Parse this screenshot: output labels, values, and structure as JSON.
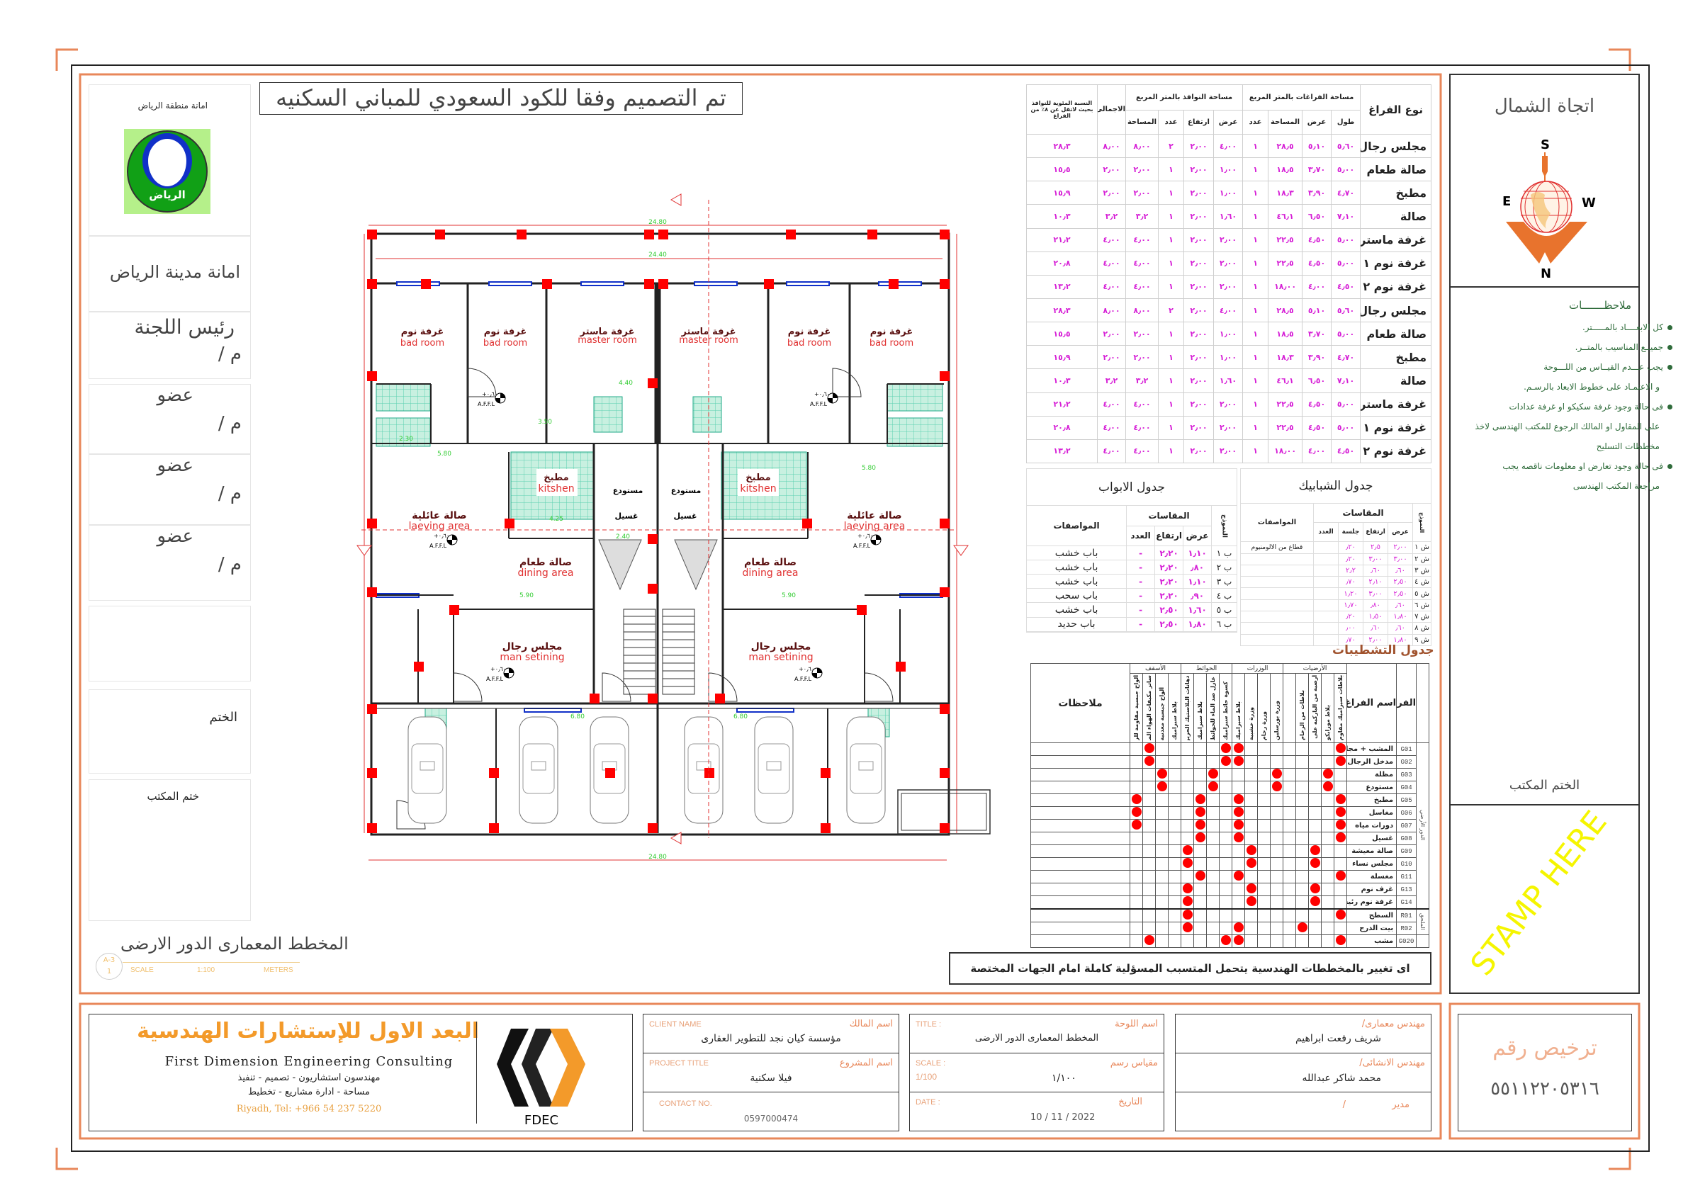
{
  "header_banner": "تم التصميم وفقا للكود السعودي للمباني السكنيه",
  "left_panel": {
    "authority_small": "امانة منطقة الرياض",
    "logo_text": "الرياض",
    "authority": "امانة مدينة الرياض",
    "committee_head": "رئيس اللجنة",
    "sign_mark": "م /",
    "members": [
      "عضو",
      "عضو",
      "عضو"
    ],
    "seal": "الختم",
    "office_seal": "ختم المكتب"
  },
  "plan": {
    "title": "المخطط المعمارى الدور الارضى",
    "sheet_ref": "A-3",
    "sheet_no": "1",
    "scale_label": "SCALE",
    "scale_value": "1:100",
    "units": "METERS",
    "rooms": [
      {
        "ar": "غرفة نوم",
        "en": "bad room"
      },
      {
        "ar": "غرفة نوم",
        "en": "bad room"
      },
      {
        "ar": "غرفة ماستر",
        "en": "master room"
      },
      {
        "ar": "غرفة ماستر",
        "en": "master room"
      },
      {
        "ar": "غرفة نوم",
        "en": "bad room"
      },
      {
        "ar": "غرفة نوم",
        "en": "bad room"
      },
      {
        "ar": "مطبخ",
        "en": "kitshen"
      },
      {
        "ar": "مطبخ",
        "en": "kitshen"
      },
      {
        "ar": "صالة عائلية",
        "en": "laeving area"
      },
      {
        "ar": "صالة عائلية",
        "en": "laeving area"
      },
      {
        "ar": "صالة طعام",
        "en": "dining area"
      },
      {
        "ar": "صالة طعام",
        "en": "dining area"
      },
      {
        "ar": "مجلس رجال",
        "en": "man setining"
      },
      {
        "ar": "مجلس رجال",
        "en": "man setining"
      }
    ],
    "small_labels": [
      "مستودع",
      "مستودع",
      "غسيل",
      "غسيل"
    ],
    "level_mark": {
      "value": "+٠٫٦٠",
      "label": "A.F.F.L"
    },
    "dimensions": {
      "overall": "24.80",
      "inner": "24.40",
      "garage": "6.80",
      "living": "5.80",
      "dining": "5.90",
      "bed": "3.50",
      "master": "4.40",
      "stair": "2.40",
      "kitchen": "4.25",
      "bath": "2.30"
    }
  },
  "room_table": {
    "group_headers": {
      "spaces": "مساحة الفراغات بالمتر المربع",
      "windows": "مساحة النوافذ بالمتر المربع"
    },
    "columns": [
      "نوع الفراغ",
      "طول",
      "عرض",
      "المساحة",
      "عدد",
      "عرض",
      "ارتفاع",
      "عدد",
      "المساحة",
      "الاجمالى",
      "النسبة المئوية للنوافذ بحيث لاتقل عن ٨٪ من الفراغ"
    ],
    "rows": [
      [
        "مجلس رجال",
        "٥٫٦٠",
        "٥٫١٠",
        "٢٨٫٥",
        "١",
        "٤٫٠٠",
        "٢٫٠٠",
        "٢",
        "٨٫٠٠",
        "٨٫٠٠",
        "٢٨٫٣"
      ],
      [
        "صالة طعام",
        "٥٫٠٠",
        "٣٫٧٠",
        "١٨٫٥",
        "١",
        "١٫٠٠",
        "٢٫٠٠",
        "١",
        "٢٫٠٠",
        "٢٫٠٠",
        "١٥٫٥"
      ],
      [
        "مطبخ",
        "٤٫٧٠",
        "٣٫٩٠",
        "١٨٫٣",
        "١",
        "١٫٠٠",
        "٢٫٠٠",
        "١",
        "٢٫٠٠",
        "٢٫٠٠",
        "١٥٫٩"
      ],
      [
        "صالة",
        "٧٫١٠",
        "٦٫٥٠",
        "٤٦٫١",
        "١",
        "١٫٦٠",
        "٢٫٠٠",
        "١",
        "٣٫٢",
        "٣٫٢",
        "١٠٫٣"
      ],
      [
        "غرفة ماستر",
        "٥٫٠٠",
        "٤٫٥٠",
        "٢٢٫٥",
        "١",
        "٢٫٠٠",
        "٢٫٠٠",
        "١",
        "٤٫٠٠",
        "٤٫٠٠",
        "٢١٫٢"
      ],
      [
        "غرفة نوم ١",
        "٥٫٠٠",
        "٤٫٥٠",
        "٢٢٫٥",
        "١",
        "٢٫٠٠",
        "٢٫٠٠",
        "١",
        "٤٫٠٠",
        "٤٫٠٠",
        "٢٠٫٨"
      ],
      [
        "غرفة نوم ٢",
        "٤٫٥٠",
        "٤٫٠٠",
        "١٨٫٠٠",
        "١",
        "٢٫٠٠",
        "٢٫٠٠",
        "١",
        "٤٫٠٠",
        "٤٫٠٠",
        "١٣٫٢"
      ],
      [
        "مجلس رجال",
        "٥٫٦٠",
        "٥٫١٠",
        "٢٨٫٥",
        "١",
        "٤٫٠٠",
        "٢٫٠٠",
        "٢",
        "٨٫٠٠",
        "٨٫٠٠",
        "٢٨٫٣"
      ],
      [
        "صالة طعام",
        "٥٫٠٠",
        "٣٫٧٠",
        "١٨٫٥",
        "١",
        "١٫٠٠",
        "٢٫٠٠",
        "١",
        "٢٫٠٠",
        "٢٫٠٠",
        "١٥٫٥"
      ],
      [
        "مطبخ",
        "٤٫٧٠",
        "٣٫٩٠",
        "١٨٫٣",
        "١",
        "١٫٠٠",
        "٢٫٠٠",
        "١",
        "٢٫٠٠",
        "٢٫٠٠",
        "١٥٫٩"
      ],
      [
        "صالة",
        "٧٫١٠",
        "٦٫٥٠",
        "٤٦٫١",
        "١",
        "١٫٦٠",
        "٢٫٠٠",
        "١",
        "٣٫٢",
        "٣٫٢",
        "١٠٫٣"
      ],
      [
        "غرفة ماستر",
        "٥٫٠٠",
        "٤٫٥٠",
        "٢٢٫٥",
        "١",
        "٢٫٠٠",
        "٢٫٠٠",
        "١",
        "٤٫٠٠",
        "٤٫٠٠",
        "٢١٫٢"
      ],
      [
        "غرفة نوم ١",
        "٥٫٠٠",
        "٤٫٥٠",
        "٢٢٫٥",
        "١",
        "٢٫٠٠",
        "٢٫٠٠",
        "١",
        "٤٫٠٠",
        "٤٫٠٠",
        "٢٠٫٨"
      ],
      [
        "غرفة نوم ٢",
        "٤٫٥٠",
        "٤٫٠٠",
        "١٨٫٠٠",
        "١",
        "٢٫٠٠",
        "٢٫٠٠",
        "١",
        "٤٫٠٠",
        "٤٫٠٠",
        "١٣٫٢"
      ]
    ]
  },
  "doors_table": {
    "title": "جدول الابواب",
    "headers": {
      "model": "النموذج",
      "dims": "المقاسات",
      "width": "عرض",
      "height": "ارتفاع",
      "count": "العدد",
      "spec": "المواصفات"
    },
    "rows": [
      [
        "ب ١",
        "١٫١٠",
        "٢٫٢٠",
        "-",
        "باب خشب"
      ],
      [
        "ب ٢",
        "٫٨٠",
        "٢٫٢٠",
        "-",
        "باب خشب"
      ],
      [
        "ب ٣",
        "١٫١٠",
        "٢٫٢٠",
        "-",
        "باب خشب"
      ],
      [
        "ب ٤",
        "٫٩٠",
        "٢٫٢٠",
        "-",
        "باب سحب"
      ],
      [
        "ب ٥",
        "١٫٦٠",
        "٢٫٥٠",
        "-",
        "باب خشب"
      ],
      [
        "ب ٦",
        "١٫٨٠",
        "٢٫٥٠",
        "-",
        "باب حديد"
      ]
    ]
  },
  "windows_table": {
    "title": "جدول الشبابيك",
    "headers": {
      "model": "النموذج",
      "dims": "المقاسات",
      "width": "عرض",
      "height": "ارتفاع",
      "sill": "جلسة",
      "count": "العدد",
      "spec": "المواصفات"
    },
    "spec_value": "قطاع من الالومنيوم",
    "rows": [
      [
        "ش ١",
        "٢٫٠٠",
        "٢٫٥",
        "٫٢٠"
      ],
      [
        "ش ٢",
        "٣٫٠٠",
        "٣٫٠٠",
        "٫٢٠"
      ],
      [
        "ش ٣",
        "٫٦٠",
        "٫٦٠",
        "٢٫٢"
      ],
      [
        "ش ٤",
        "٢٫٥٠",
        "٢٫١٠",
        "٫٧٠"
      ],
      [
        "ش ٥",
        "٢٫٥٠",
        "٣٫٠٠",
        "١٫٢٠"
      ],
      [
        "ش ٦",
        "٫٦٠",
        "٫٨٠",
        "١٫٧٠"
      ],
      [
        "ش ٧",
        "١٫٨٠",
        "١٫٥٠",
        "٫٢٠"
      ],
      [
        "ش ٨",
        "٫٦٠",
        "٫٦٠",
        "٫٠٠"
      ],
      [
        "ش ٩",
        "١٫٨٠",
        "٢٫٠٠",
        "٫٧٠"
      ]
    ]
  },
  "finishes_table": {
    "title": "جدول التشطيبات",
    "headers": {
      "code": "الفراغ",
      "name": "اسم الفراغ",
      "notes": "ملاحظات"
    },
    "groups": [
      "الأرضيات",
      "الوزرات",
      "الحوائط",
      "الأسقف"
    ],
    "side_labels": [
      "الدور الأرضي",
      "الملحق"
    ],
    "columns": [
      "بلاطات سيراميك مقاوم للانزلاق",
      "بلاط موزايكو",
      "أرضية من الباركيه على خرسانة",
      "بلاطات من الرخام",
      "",
      "وزرة بورسلين",
      "وزرة رخام",
      "وزرة خشبية",
      "بلاط سيراميك",
      "كسوة حائط سيراميك",
      "عازل ضد الماء للحوائط",
      "بلاط سيراميك",
      "دهانات البلاستيك الحريرية",
      "بلاط سيراميك",
      "ألواح جبسية معدنية",
      "ساتر مكيفات الهواء المعلق",
      "ألواح جبسية مقاومة للرطوبة"
    ],
    "rows": [
      {
        "code": "G01",
        "name": "المشب + مجلس",
        "marks": [
          0,
          8,
          9,
          15
        ]
      },
      {
        "code": "G02",
        "name": "مدخل الرجال",
        "marks": [
          0,
          8,
          9,
          15
        ]
      },
      {
        "code": "G03",
        "name": "مظلة",
        "marks": [
          1,
          5,
          10,
          14
        ]
      },
      {
        "code": "G04",
        "name": "مستودع",
        "marks": [
          1,
          5,
          10,
          14
        ]
      },
      {
        "code": "G05",
        "name": "مطبخ",
        "marks": [
          0,
          8,
          11,
          16
        ]
      },
      {
        "code": "G06",
        "name": "مغاسل",
        "marks": [
          0,
          8,
          11,
          16
        ]
      },
      {
        "code": "G07",
        "name": "دورات مياه",
        "marks": [
          0,
          8,
          11,
          16
        ]
      },
      {
        "code": "G08",
        "name": "غسيل",
        "marks": [
          0,
          8,
          11
        ]
      },
      {
        "code": "G09",
        "name": "صالة معيشة",
        "marks": [
          2,
          7,
          12
        ]
      },
      {
        "code": "G10",
        "name": "مجلس نساء",
        "marks": [
          2,
          7,
          12
        ]
      },
      {
        "code": "G11",
        "name": "مغسلة",
        "marks": [
          0,
          8,
          11
        ]
      },
      {
        "code": "G13",
        "name": "غرف نوم",
        "marks": [
          2,
          7,
          12
        ]
      },
      {
        "code": "G14",
        "name": "غرفة نوم رئيسية",
        "marks": [
          2,
          7,
          12
        ]
      },
      {
        "code": "R01",
        "name": "السطح",
        "marks": [
          0,
          12
        ]
      },
      {
        "code": "R02",
        "name": "بيت الدرج",
        "marks": [
          3,
          8,
          12
        ]
      },
      {
        "code": "G020",
        "name": "مشب",
        "marks": [
          0,
          8,
          9,
          15
        ]
      }
    ]
  },
  "notice": "اى تغيير بالمخططات الهندسية يتحمل المتسبب المسؤلية كاملة امام الجهات المختصة",
  "right_panel": {
    "north_title": "اتجاة الشمال",
    "compass": {
      "s": "S",
      "n": "N",
      "e": "E",
      "w": "W"
    },
    "notes_title": "ملاحظـــــــات",
    "notes": [
      {
        "t": "كل الابعــــاد بالمـــــتر.",
        "bullet": true
      },
      {
        "t": "جميــع المناسيب بالمتــر.",
        "bullet": true
      },
      {
        "t": "يجب عـــدم القيــاس من اللـــوحة",
        "bullet": true
      },
      {
        "t": "و الاعتمـاد على خطوط الابعاد بالرسـم.",
        "bullet": false
      },
      {
        "t": "فى حالة وجود غرفة سكيكو او غرفة عدادات",
        "bullet": true
      },
      {
        "t": "على المقاول او المالك الرجوع للمكتب الهندسى لاخذ",
        "bullet": false
      },
      {
        "t": "مخططات التسليح",
        "bullet": false
      },
      {
        "t": "فى حالة وجود تعارض او معلومات ناقصه يجب",
        "bullet": true
      },
      {
        "t": "مراجعة المكتب الهندسى",
        "bullet": false
      }
    ],
    "office_seal": "الختم المكتب",
    "stamp": "STAMP HERE"
  },
  "title_block": {
    "company_ar": "البعد الاول للإستشارات الهندسية",
    "company_en": "First Dimension Engineering Consulting",
    "services_1": "مهندسون استشاريون - تصميم - تنفيذ",
    "services_2": "مساحة - ادارة مشاريع - تخطيط",
    "contact": "Riyadh, Tel: +966 54 237 5220",
    "logo_text": "FDEC",
    "client_label_en": "CLIENT NAME",
    "client_label_ar": "اسم المالك",
    "client": "مؤسسة كيان نجد للتطوير العقارى",
    "project_label_en": "PROJECT TITLE",
    "project_label_ar": "اسم المشروع",
    "project": "فيلا سكنية",
    "contact_label_en": "CONTACT NO.",
    "contact_no": "0597000474",
    "title_label_en": "TITLE :",
    "title_label_ar": "اسم اللوحة",
    "title": "المخطط المعمارى الدور الارضى",
    "scale_label_en": "SCALE :",
    "scale_en": "1/100",
    "scale_label_ar": "مقياس رسم",
    "scale_ar": "١/١٠٠",
    "date_label_en": "DATE :",
    "date_label_ar": "التاريخ",
    "date": "10 / 11 / 2022",
    "architect_label": "مهندس معمارى/",
    "architect": "شريف رفعت ابراهيم",
    "structural_label": "مهندس الانشائى/",
    "structural": "محمد شاكر عبدالله",
    "manager_label": "مدير",
    "manager_sep": "/",
    "license_label": "ترخيص رقم",
    "license_no": "٥٥١١٢٢٠٥٣١٦"
  },
  "colors": {
    "frame": "#e8875a",
    "wall_column": "#ff0000",
    "dimension": "#33cc33",
    "values": "#d61fd6",
    "stamp": "#f5f500",
    "notes": "#2e6b3a"
  }
}
